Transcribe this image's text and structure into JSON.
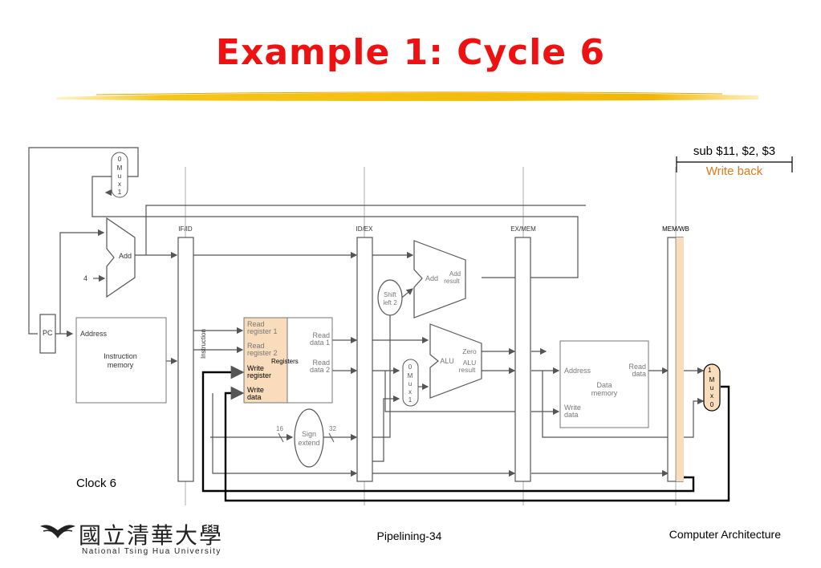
{
  "slide": {
    "title": "Example 1: Cycle 6",
    "instruction": "sub $11, $2, $3",
    "stage": "Write back",
    "clock": "Clock 6",
    "footer_center": "Pipelining-34",
    "footer_right": "Computer Architecture",
    "logo_cn": "國立清華大學",
    "logo_en": "National Tsing Hua University"
  },
  "colors": {
    "title": "#ee1111",
    "highlight": "#f8dcbc",
    "stage_text": "#e07a1a",
    "divider": "#f5c518"
  },
  "diagram": {
    "pipe_regs": {
      "ifid": "IF/ID",
      "idex": "ID/EX",
      "exmem": "EX/MEM",
      "memwb": "MEM/WB"
    },
    "pc": "PC",
    "const4": "4",
    "add1": "Add",
    "mux_top": [
      "0",
      "M",
      "u",
      "x",
      "1"
    ],
    "instr_mem": {
      "addr": "Address",
      "name1": "Instruction",
      "name2": "memory"
    },
    "instruction_label": "Instruction",
    "regs": {
      "rr1a": "Read",
      "rr1b": "register 1",
      "rr2a": "Read",
      "rr2b": "register 2",
      "wra": "Write",
      "wrb": "register",
      "wda": "Write",
      "wdb": "data",
      "name": "Registers",
      "rd1a": "Read",
      "rd1b": "data 1",
      "rd2a": "Read",
      "rd2b": "data 2"
    },
    "shift": {
      "a": "Shift",
      "b": "left 2"
    },
    "add2": {
      "add": "Add",
      "ra": "Add",
      "rb": "result"
    },
    "alu": {
      "name": "ALU",
      "zero": "Zero",
      "ra": "ALU",
      "rb": "result"
    },
    "mux_alu": [
      "0",
      "M",
      "u",
      "x",
      "1"
    ],
    "sign": {
      "a": "Sign",
      "b": "extend",
      "in": "16",
      "out": "32"
    },
    "dmem": {
      "addr": "Address",
      "rda": "Read",
      "rdb": "data",
      "name1": "Data",
      "name2": "memory",
      "wda": "Write",
      "wdb": "data"
    },
    "mux_wb": [
      "1",
      "M",
      "u",
      "x",
      "0"
    ]
  }
}
